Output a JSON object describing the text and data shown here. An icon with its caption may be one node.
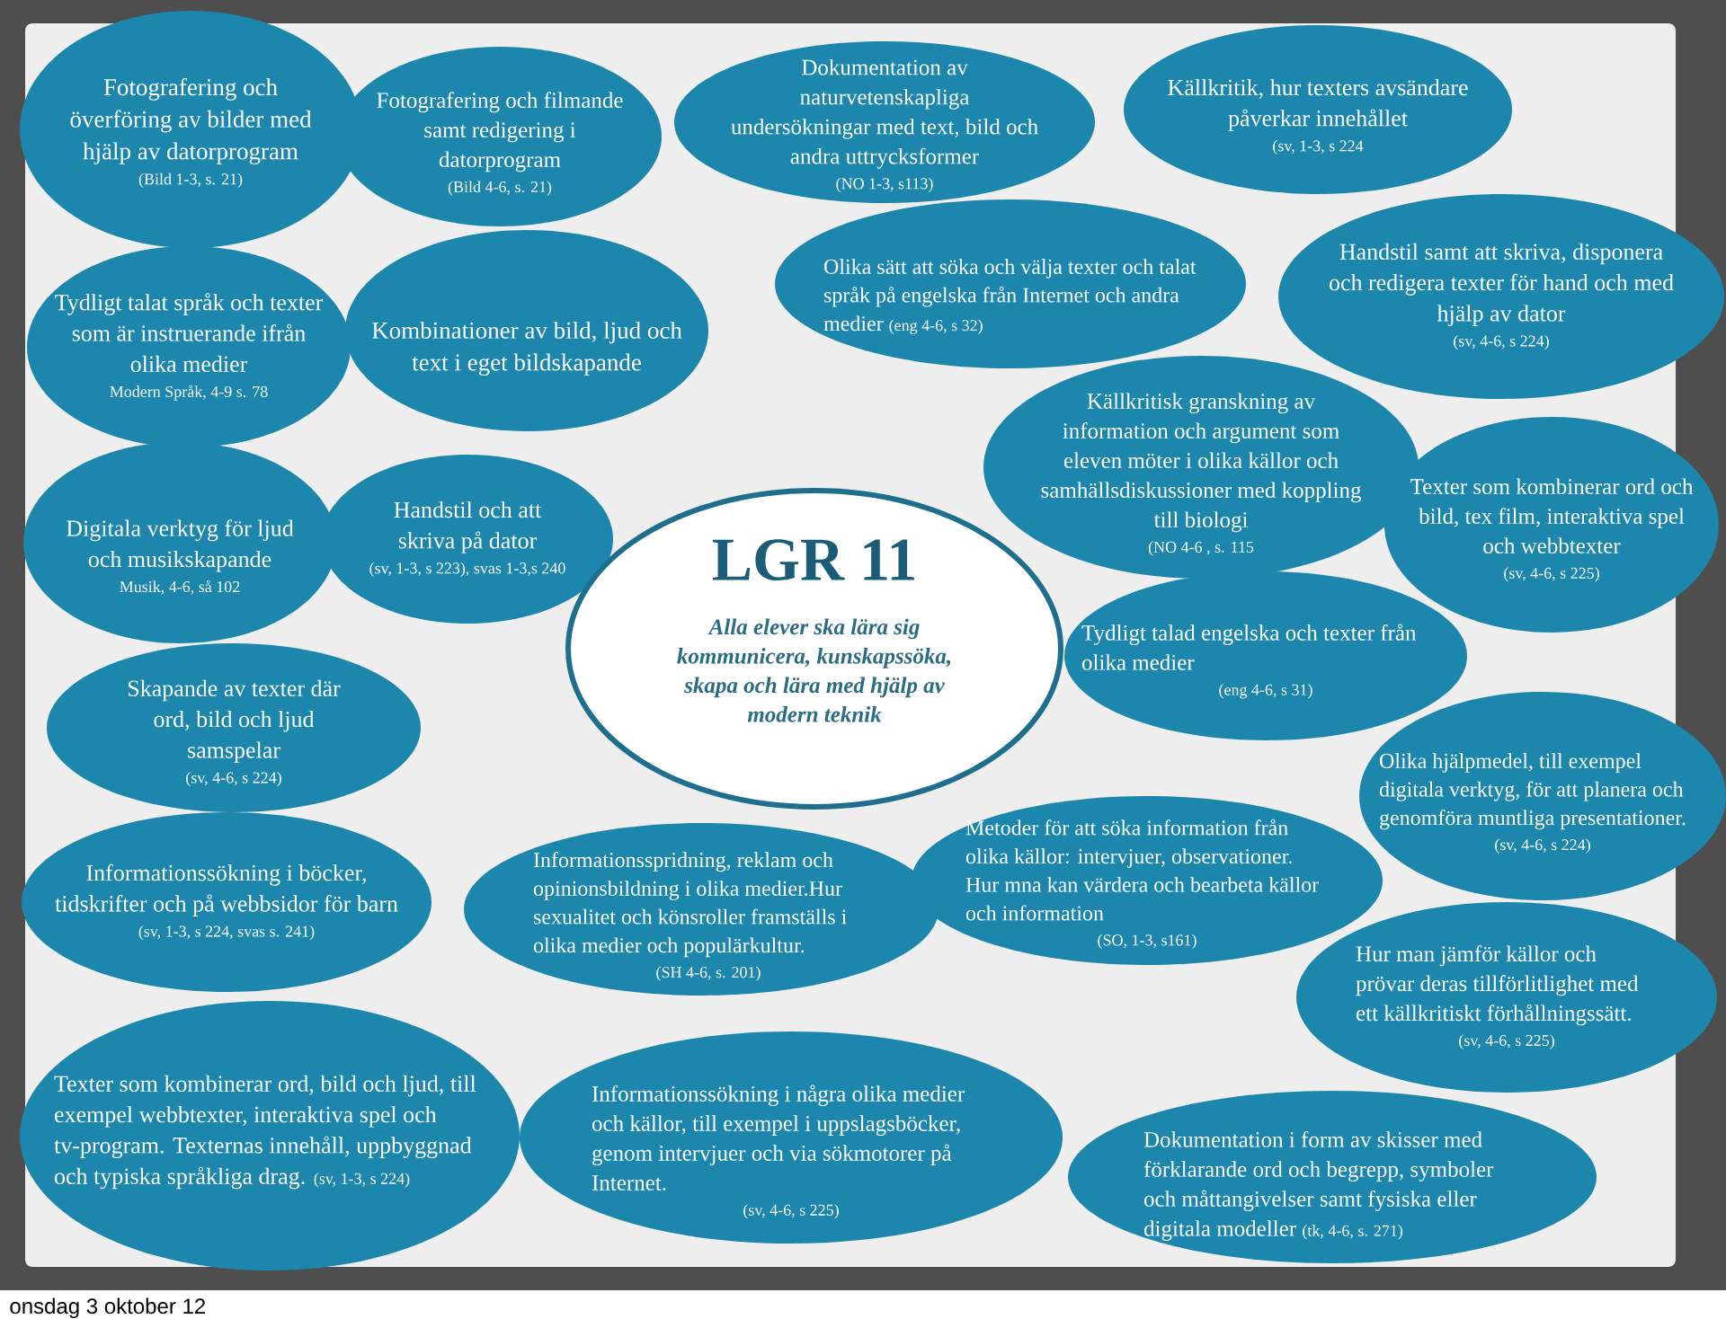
{
  "diagram": {
    "nodes": [
      {
        "text": [
          "Fotografering och överföring av bilder med hjälp av datorprogram",
          "(Bild 1-3, s. 21)"
        ]
      },
      {
        "text": [
          "Fotografering och filmande samt redigering i datorprogram",
          "(Bild 4-6, s. 21)"
        ]
      },
      {
        "text": [
          "Dokumentation av naturvetenskapliga undersökningar med text, bild och andra uttrycksformer",
          "(NO 1-3, s113)"
        ]
      },
      {
        "text": [
          "Källkritik, hur texters avsändare påverkar innehållet",
          "(sv, 1-3, s 224"
        ]
      },
      {
        "text": [
          "Tydligt talat språk och texter som är instruerande ifrån olika medier",
          "Modern Språk, 4-9 s. 78"
        ]
      },
      {
        "text": [
          "Kombinationer av bild, ljud och text i eget bildskapande"
        ]
      },
      {
        "text": [
          "Olika sätt att söka och välja texter och talat språk på engelska från Internet och andra medier",
          "(eng 4-6, s 32)"
        ]
      },
      {
        "text": [
          "Handstil samt att skriva, disponera och redigera texter för hand och med hjälp av dator",
          "(sv, 4-6, s 224)"
        ]
      },
      {
        "text": [
          "Digitala verktyg för ljud och musikskapande",
          "Musik, 4-6, så 102"
        ]
      },
      {
        "text": [
          "Handstil och att skriva på dator",
          "(sv, 1-3, s 223), svas 1-3,s 240"
        ]
      },
      {
        "text": [
          "LGR 11",
          "Alla elever ska lära sig kommunicera, kunskapssöka, skapa och lära med hjälp av modern teknik"
        ]
      },
      {
        "text": [
          "Källkritisk granskning av information och argument som eleven möter i olika källor och samhällsdiskussioner med koppling till biologi",
          "(NO 4-6 , s. 115"
        ]
      },
      {
        "text": [
          "Texter som kombinerar ord och bild, tex film, interaktiva spel och webbtexter",
          "(sv, 4-6, s 225)"
        ]
      },
      {
        "text": [
          "Skapande av texter där ord, bild och ljud samspelar",
          "(sv, 4-6, s 224)"
        ]
      },
      {
        "text": [
          "Tydligt talad engelska och texter från olika medier",
          "(eng 4-6, s 31)"
        ]
      },
      {
        "text": [
          "Informationssökning i böcker, tidskrifter och på webbsidor för barn",
          "(sv, 1-3, s 224, svas s. 241)"
        ]
      },
      {
        "text": [
          "Informationsspridning, reklam och opinionsbildning i olika medier.Hur sexualitet och könsroller framställs i olika medier och populärkultur.",
          "(SH 4-6, s. 201)"
        ]
      },
      {
        "text": [
          "Metoder för att söka information från olika källor: intervjuer, observationer. Hur mna kan värdera och bearbeta källor och information",
          "(SO, 1-3, s161)"
        ]
      },
      {
        "text": [
          "Olika hjälpmedel, till exempel digitala verktyg, för att planera och genomföra muntliga presentationer.",
          "(sv, 4-6, s 224)"
        ]
      },
      {
        "text": [
          "Hur man jämför källor och prövar deras tillförlitlighet med ett källkritiskt förhållningssätt.",
          "(sv, 4-6, s 225)"
        ]
      },
      {
        "text": [
          "Texter som kombinerar ord, bild och ljud, till exempel webbtexter, interaktiva spel och tv-program. Texternas innehåll, uppbyggnad och typiska språkliga drag.",
          "(sv, 1-3, s 224)"
        ]
      },
      {
        "text": [
          "Informationssökning i några olika medier och källor, till exempel i uppslagsböcker, genom intervjuer och via sökmotorer på Internet.",
          "(sv, 4-6, s 225)"
        ]
      },
      {
        "text": [
          "Dokumentation i form av skisser med förklarande ord och begrepp, symboler och måttangivelser samt fysiska eller digitala modeller",
          "(tk, 4-6, s. 271)"
        ]
      }
    ],
    "labels": [
      "onsdag 3 oktober 12"
    ]
  }
}
